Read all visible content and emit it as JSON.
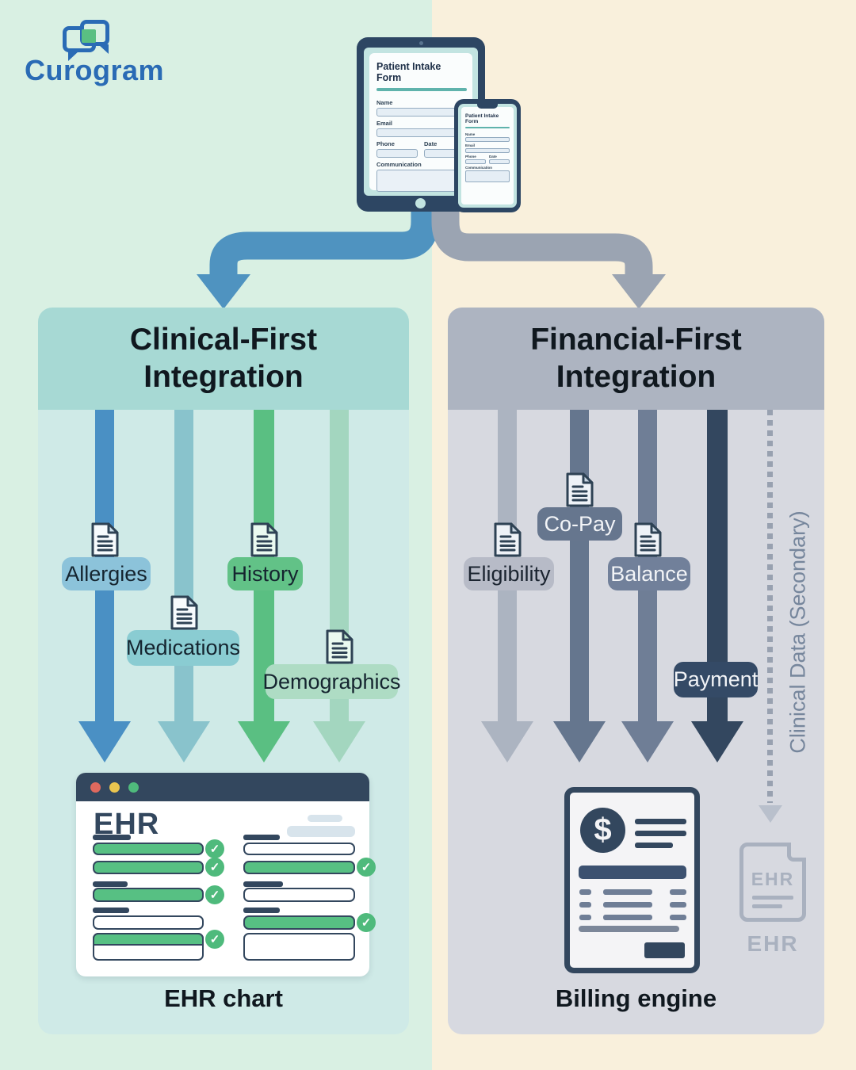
{
  "brand": {
    "name": "Curogram"
  },
  "intake_form": {
    "title": "Patient Intake Form",
    "field_labels": [
      "Name",
      "Email",
      "Phone",
      "Date",
      "Communication"
    ]
  },
  "clinical_panel": {
    "title": "Clinical-First Integration",
    "flows": [
      {
        "label": "Allergies"
      },
      {
        "label": "Medications"
      },
      {
        "label": "History"
      },
      {
        "label": "Demographics"
      }
    ],
    "ehr_window": {
      "heading": "EHR"
    },
    "caption": "EHR chart"
  },
  "financial_panel": {
    "title": "Financial-First Integration",
    "flows": [
      {
        "label": "Eligibility"
      },
      {
        "label": "Co-Pay"
      },
      {
        "label": "Balance"
      },
      {
        "label": "Payment"
      }
    ],
    "secondary_flow_label": "Clinical Data (Secondary)",
    "billing_document": {
      "currency_symbol": "$"
    },
    "ghost_document": {
      "inner_label": "EHR",
      "caption": "EHR"
    },
    "caption": "Billing engine"
  },
  "palette": {
    "brand_blue": "#2a6bb5",
    "mint_background": "#d9f0e3",
    "cream_background": "#f9f0dc",
    "clinical_header": "#a7d9d4",
    "clinical_body": "#cfeae7",
    "financial_header": "#adb4c1",
    "financial_body": "#d7d9e0",
    "flow_blue": "#4a90c4",
    "flow_teal": "#89c3cc",
    "flow_green": "#5abf82",
    "flow_pale_green": "#a3d6bf",
    "flow_light_gray": "#acb4c1",
    "flow_slate": "#65768e",
    "flow_gray_blue": "#6f7e96",
    "flow_navy": "#33475f",
    "check_green": "#4fba7c",
    "ink_navy": "#33475e",
    "device_frame": "#2d4663",
    "device_screen": "#c2e4e1"
  }
}
